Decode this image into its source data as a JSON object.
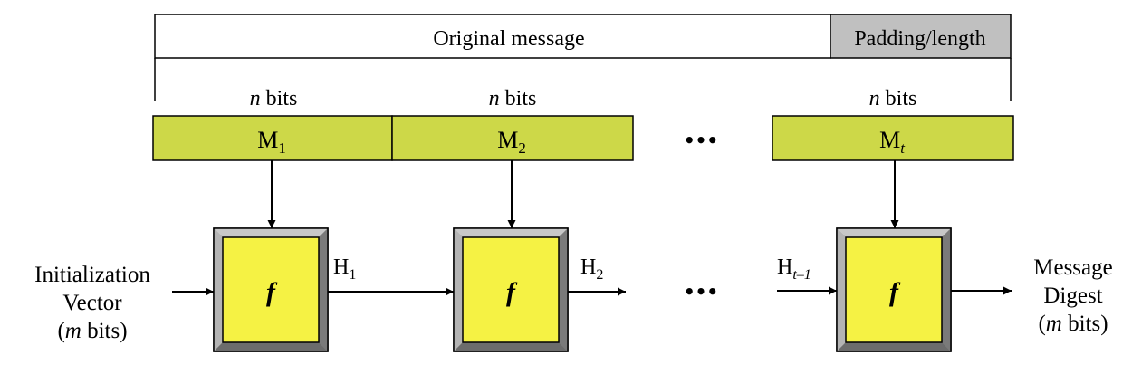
{
  "message_bar": {
    "original": "Original message",
    "padding": "Padding/length"
  },
  "blocks": [
    {
      "size_var": "n",
      "size_unit": "bits",
      "label": "M",
      "sub": "1"
    },
    {
      "size_var": "n",
      "size_unit": "bits",
      "label": "M",
      "sub": "2"
    },
    {
      "size_var": "n",
      "size_unit": "bits",
      "label": "M",
      "sub": "t"
    }
  ],
  "ellipsis": "•••",
  "compression": {
    "symbol": "f"
  },
  "chain": [
    {
      "label": "H",
      "sub": "1"
    },
    {
      "label": "H",
      "sub": "2"
    },
    {
      "label": "H",
      "sub": "t–1"
    }
  ],
  "iv": {
    "line1": "Initialization",
    "line2": "Vector",
    "line3_open": "(",
    "line3_var": "m",
    "line3_rest": " bits)"
  },
  "digest": {
    "line1": "Message",
    "line2": "Digest",
    "line3_open": "(",
    "line3_var": "m",
    "line3_rest": " bits)"
  },
  "colors": {
    "block_fill": "#cdd848",
    "f_fill": "#f5f244",
    "frame": "#9a9a9a",
    "padding_fill": "#c0c0c0"
  }
}
